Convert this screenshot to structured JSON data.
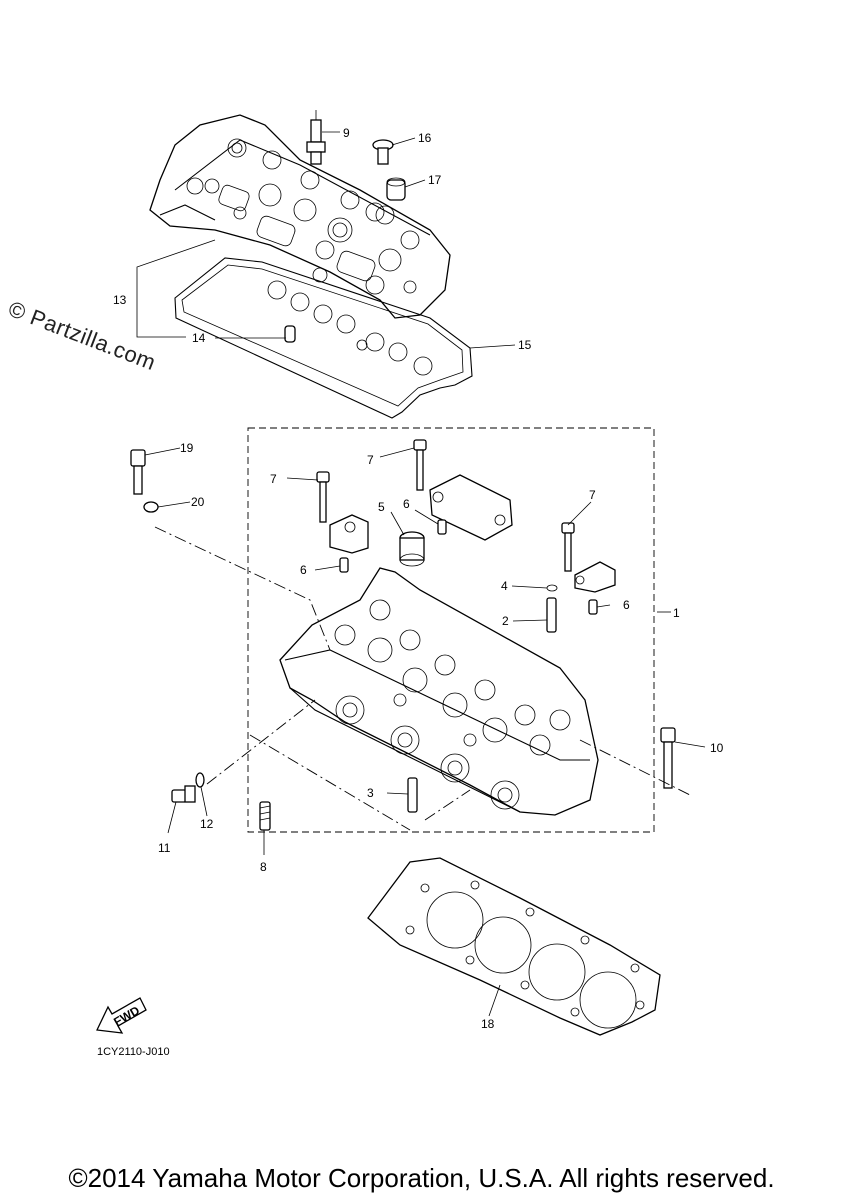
{
  "watermark": "© Partzilla.com",
  "diagram_code": "1CY2110-J010",
  "fwd_label": "FWD",
  "copyright": "©2014 Yamaha Motor Corporation, U.S.A. All rights reserved.",
  "callouts": {
    "c1": "1",
    "c2": "2",
    "c3": "3",
    "c4": "4",
    "c5": "5",
    "c6a": "6",
    "c6b": "6",
    "c6c": "6",
    "c7a": "7",
    "c7b": "7",
    "c7c": "7",
    "c8": "8",
    "c9": "9",
    "c10": "10",
    "c11": "11",
    "c12": "12",
    "c13": "13",
    "c14": "14",
    "c15": "15",
    "c16": "16",
    "c17": "17",
    "c18": "18",
    "c19": "19",
    "c20": "20"
  }
}
